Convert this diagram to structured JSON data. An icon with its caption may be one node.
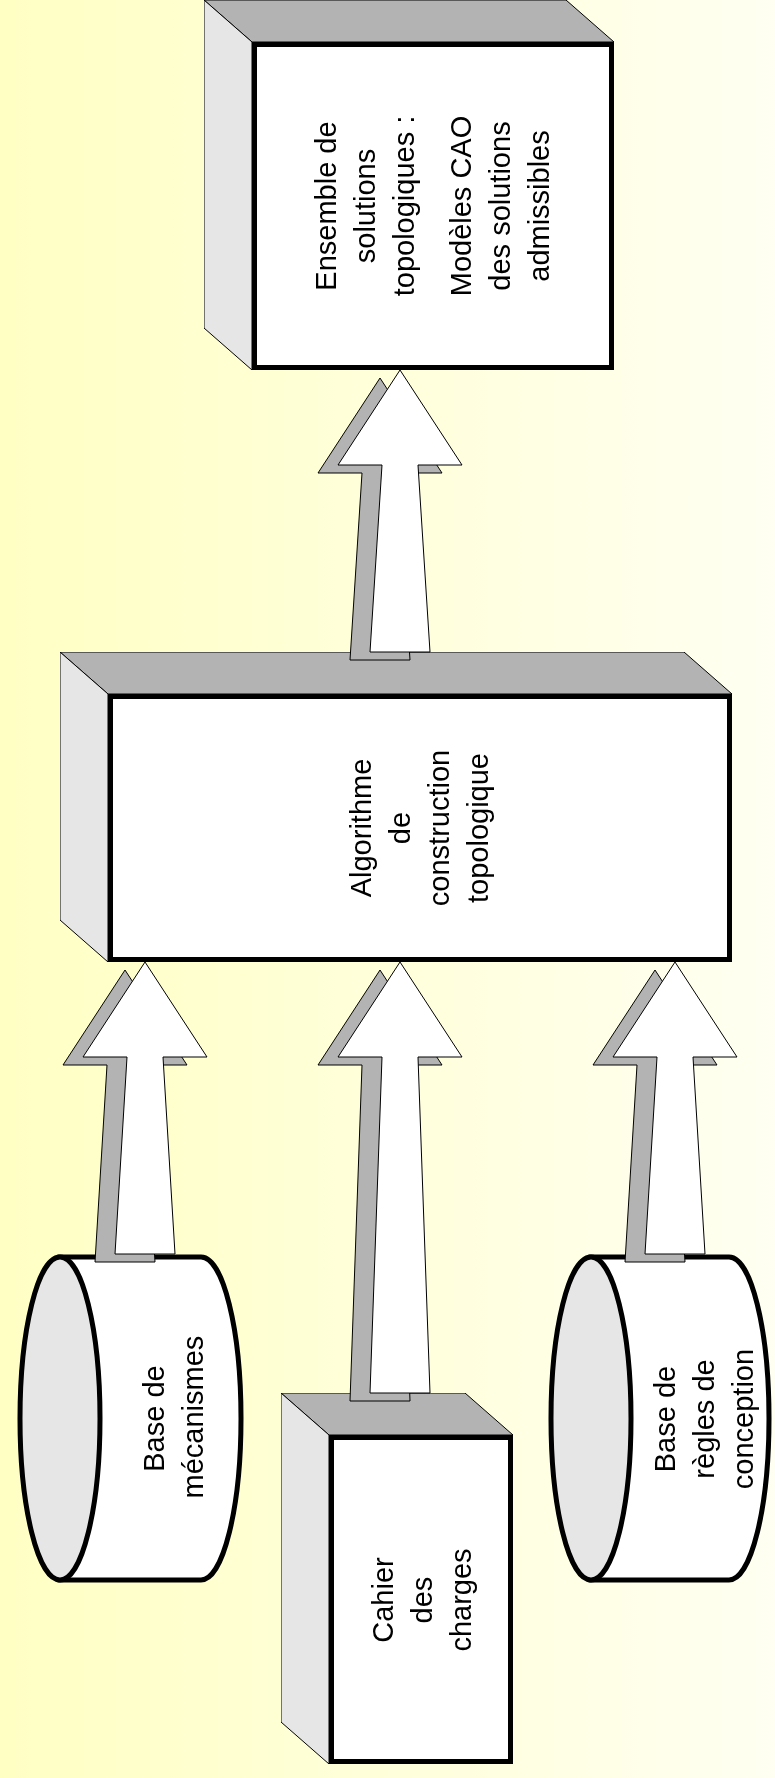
{
  "diagram": {
    "nodes": [
      {
        "text": [
          "Ensemble de solutions topologiques :",
          "Modèles CAO des solutions admissibles"
        ]
      },
      {
        "text": [
          "Algorithme de construction topologique"
        ]
      },
      {
        "text": [
          "Base de mécanismes"
        ]
      },
      {
        "text": [
          "Cahier des charges"
        ]
      },
      {
        "text": [
          "Base de règles de conception"
        ]
      }
    ],
    "edges": [
      {
        "from": 2,
        "to": 1,
        "arrow": "to"
      },
      {
        "from": 3,
        "to": 1,
        "arrow": "to"
      },
      {
        "from": 4,
        "to": 1,
        "arrow": "to"
      },
      {
        "from": 1,
        "to": 0,
        "arrow": "to"
      }
    ]
  }
}
